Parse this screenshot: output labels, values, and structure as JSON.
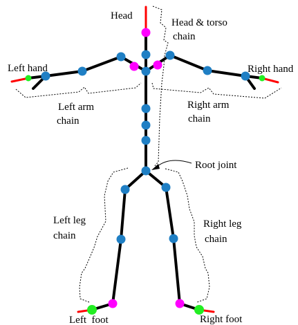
{
  "labels": {
    "head": "Head",
    "head_torso_line1": "Head & torso",
    "head_torso_line2": "chain",
    "left_hand": "Left hand",
    "right_hand": "Right hand",
    "left_arm_line1": "Left arm",
    "left_arm_line2": "chain",
    "right_arm_line1": "Right arm",
    "right_arm_line2": "chain",
    "root_joint": "Root joint",
    "left_leg_line1": "Left leg",
    "left_leg_line2": "chain",
    "right_leg_line1": "Right leg",
    "right_leg_line2": "chain",
    "left_foot": "Left  foot",
    "right_foot": "Right foot"
  },
  "colors": {
    "bone": "#000000",
    "joint": "#1f7fc4",
    "chain_end_joint": "#ff00ff",
    "effector": "#22ee22",
    "end_segment": "#ff0000",
    "bracket": "#000000"
  }
}
